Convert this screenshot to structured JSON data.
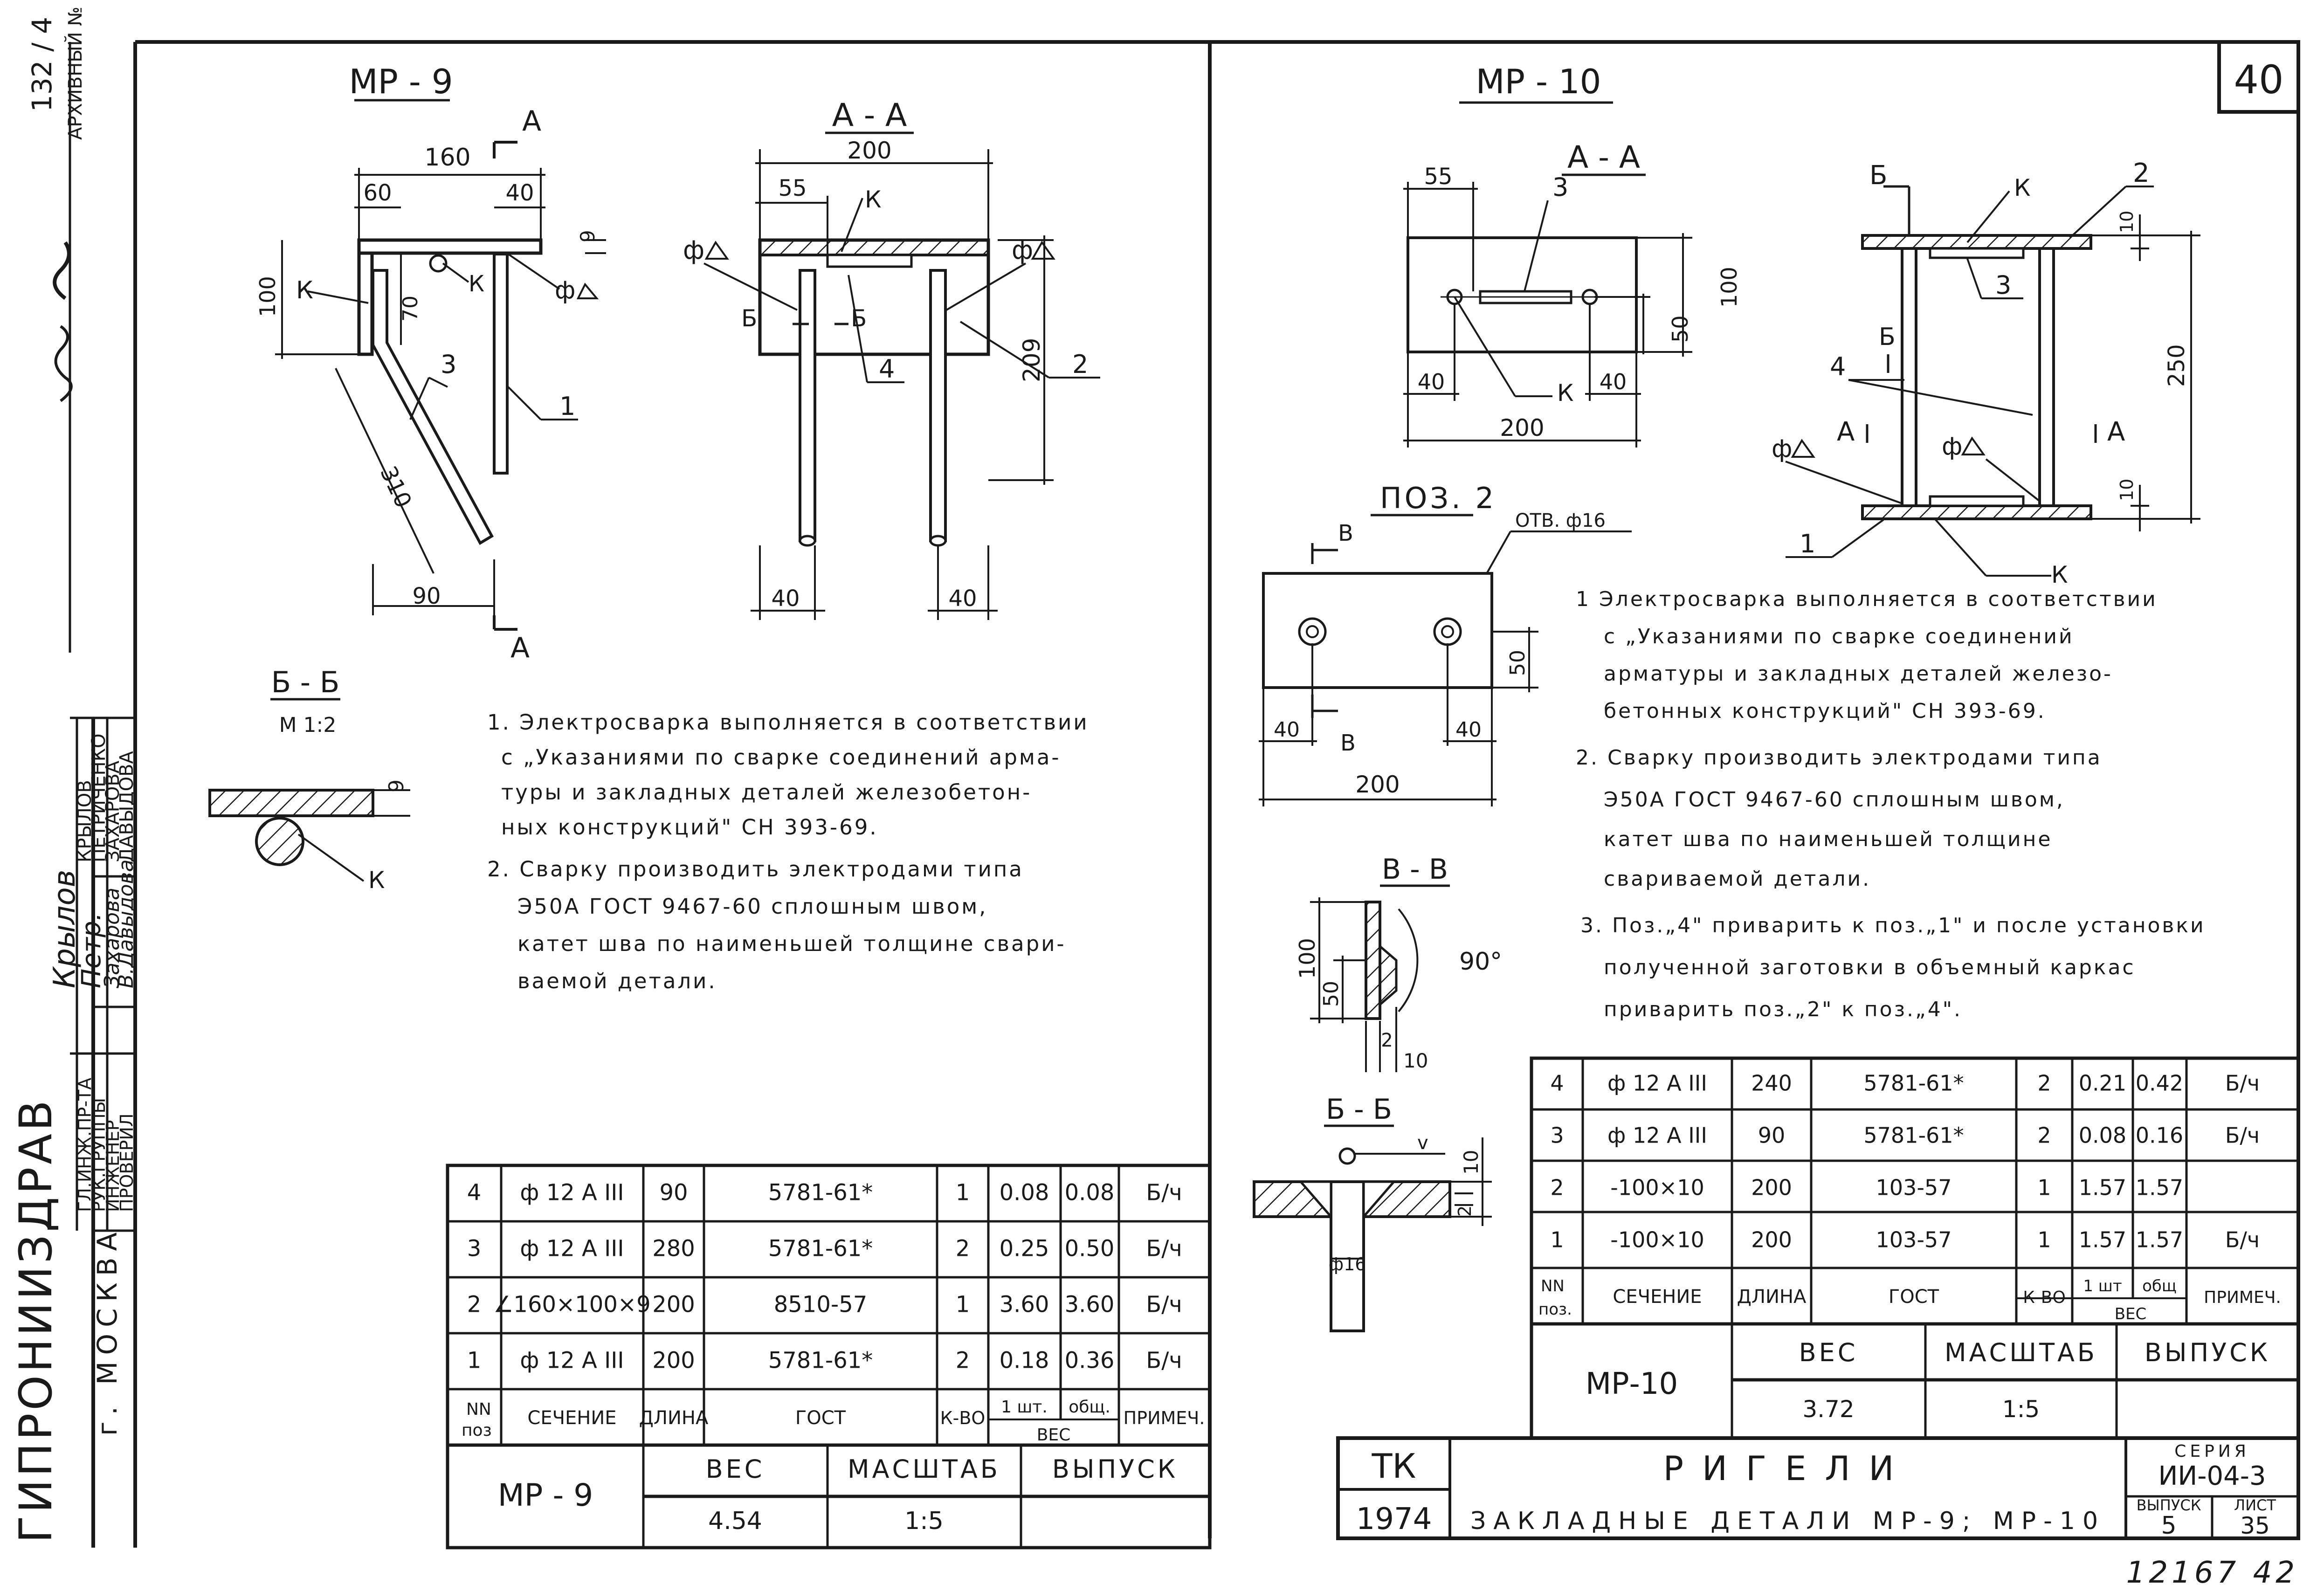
{
  "sheet": {
    "sheet_number": "40",
    "bottom_note": "12167   42"
  },
  "side_block": {
    "org": "ГИПРОНИИЗДРАВ",
    "city": "г. МОСКВА",
    "top_text": [
      "132 / 4",
      "АРХИВНЫЙ №"
    ],
    "roles": [
      "ГЛ.ИНЖ.ПР-ТА",
      "РУК.ГРУППЫ",
      "ИНЖЕНЕР",
      "ПРОВЕРИЛ"
    ],
    "names": [
      "КРЫЛОВ",
      "ПЕТРИЧЕНКО",
      "ЗАХАРОВА",
      "ДАВЫДОВА"
    ],
    "signatures": [
      "Крылов",
      "Петр.",
      "Захарова",
      "В.Давыдова"
    ]
  },
  "mp9": {
    "title": "МР - 9",
    "section_aa": "А - А",
    "section_bb": "Б - Б",
    "section_bb_scale": "М 1:2",
    "dims": {
      "d160": "160",
      "d60": "60",
      "d40": "40",
      "d9": "9",
      "d100": "100",
      "d70": "70",
      "d310": "310",
      "d90": "90",
      "d200": "200",
      "d55": "55",
      "d209": "209",
      "d40a": "40",
      "d40b": "40",
      "d9b": "9"
    },
    "labels": {
      "A": "А",
      "K": "К",
      "phi": "ф",
      "B": "Б",
      "p1": "1",
      "p2": "2",
      "p3": "3",
      "p4": "4"
    },
    "notes": [
      "1. Электросварка выполняется в соответствии",
      "с „Указаниями по сварке соединений арма-",
      "туры и закладных деталей железобетон-",
      "ных конструкций\"  СН 393-69.",
      "2. Сварку производить электродами типа",
      "Э50А  ГОСТ 9467-60  сплошным швом,",
      "катет шва по наименьшей толщине свари-",
      "ваемой детали."
    ],
    "spec_rows": [
      [
        "4",
        "ф 12 А III",
        "90",
        "5781-61*",
        "1",
        "0.08",
        "0.08",
        "Б/ч"
      ],
      [
        "3",
        "ф 12 А III",
        "280",
        "5781-61*",
        "2",
        "0.25",
        "0.50",
        "Б/ч"
      ],
      [
        "2",
        "∠160×100×9",
        "200",
        "8510-57",
        "1",
        "3.60",
        "3.60",
        "Б/ч"
      ],
      [
        "1",
        "ф 12 А III",
        "200",
        "5781-61*",
        "2",
        "0.18",
        "0.36",
        "Б/ч"
      ]
    ],
    "spec_header": {
      "nn": "NN",
      "poz": "поз",
      "section": "СЕЧЕНИЕ",
      "length": "ДЛИНА",
      "gost": "ГОСТ",
      "qty": "К-ВО",
      "w1": "1 шт.",
      "w2": "общ.",
      "weight": "ВЕС",
      "note": "ПРИМЕЧ."
    },
    "stamp": {
      "mark": "МР - 9",
      "weight_label": "ВЕС",
      "scale_label": "МАСШТАБ",
      "issue_label": "ВЫПУСК",
      "weight": "4.54",
      "scale": "1:5",
      "issue": ""
    }
  },
  "mp10": {
    "title": "МР - 10",
    "section_aa": "А - А",
    "pos2": "ПОЗ. 2",
    "hole": "ОТВ. ф16",
    "section_vv": "В - В",
    "section_bb": "Б - Б",
    "dims": {
      "d55": "55",
      "d100": "100",
      "d50": "50",
      "d40a": "40",
      "d40b": "40",
      "d200": "200",
      "d250": "250",
      "d10a": "10",
      "d10b": "10",
      "p2_40a": "40",
      "p2_40b": "40",
      "p2_50": "50",
      "p2_200": "200",
      "v100": "100",
      "v50": "50",
      "v2": "2",
      "v10": "10",
      "v90": "90°",
      "b10": "10",
      "b2": "2",
      "b16": "ф16"
    },
    "labels": {
      "A": "А",
      "B": "Б",
      "V": "В",
      "K": "К",
      "phi": "ф",
      "p1": "1",
      "p2": "2",
      "p3": "3",
      "p4": "4"
    },
    "notes": [
      "1  Электросварка выполняется в соответствии",
      "с „Указаниями по сварке соединений",
      "арматуры и закладных деталей железо-",
      "бетонных конструкций\"  СН 393-69.",
      "2. Сварку производить электродами типа",
      "Э50А  ГОСТ 9467-60  сплошным швом,",
      "катет шва по наименьшей толщине",
      "свариваемой детали.",
      "3. Поз.„4\" приварить к поз.„1\" и после установки",
      "полученной заготовки в объемный каркас",
      "приварить поз.„2\" к поз.„4\"."
    ],
    "spec_rows": [
      [
        "4",
        "ф 12 А III",
        "240",
        "5781-61*",
        "2",
        "0.21",
        "0.42",
        "Б/ч"
      ],
      [
        "3",
        "ф 12 А III",
        "90",
        "5781-61*",
        "2",
        "0.08",
        "0.16",
        "Б/ч"
      ],
      [
        "2",
        "-100×10",
        "200",
        "103-57",
        "1",
        "1.57",
        "1.57",
        ""
      ],
      [
        "1",
        "-100×10",
        "200",
        "103-57",
        "1",
        "1.57",
        "1.57",
        "Б/ч"
      ]
    ],
    "spec_header": {
      "nn": "NN",
      "poz": "поз.",
      "section": "СЕЧЕНИЕ",
      "length": "ДЛИНА",
      "gost": "ГОСТ",
      "qty": "К-ВО",
      "w1": "1 шт",
      "w2": "общ",
      "weight": "ВЕС",
      "note": "ПРИМЕЧ."
    },
    "stamp": {
      "mark": "МР-10",
      "weight_label": "ВЕС",
      "scale_label": "МАСШТАБ",
      "issue_label": "ВЫПУСК",
      "weight": "3.72",
      "scale": "1:5",
      "issue": ""
    }
  },
  "title_block": {
    "tk": "ТК",
    "year": "1974",
    "title": "РИГЕЛИ",
    "subtitle": "ЗАКЛАДНЫЕ ДЕТАЛИ МР-9; МР-10",
    "series_label": "СЕРИЯ",
    "series": "ИИ-04-3",
    "issue_label": "ВЫПУСК",
    "issue": "5",
    "sheet_label": "ЛИСТ",
    "sheet": "35"
  }
}
